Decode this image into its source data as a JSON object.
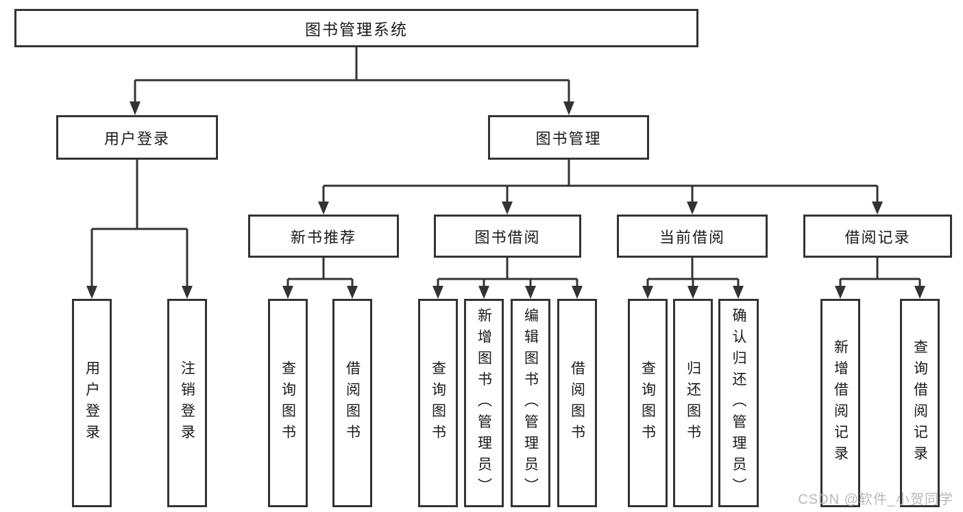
{
  "diagram": {
    "root": {
      "label": "图书管理系统"
    },
    "level2": [
      {
        "id": "user-login",
        "label": "用户登录",
        "children": [
          {
            "label": "用户登录"
          },
          {
            "label": "注销登录"
          }
        ]
      },
      {
        "id": "book-management",
        "label": "图书管理",
        "children": [
          {
            "id": "new-book-recommend",
            "label": "新书推荐",
            "children": [
              {
                "label": "查询图书"
              },
              {
                "label": "借阅图书"
              }
            ]
          },
          {
            "id": "book-borrowing",
            "label": "图书借阅",
            "children": [
              {
                "label": "查询图书"
              },
              {
                "label": "新增图书（管理员）"
              },
              {
                "label": "编辑图书（管理员）"
              },
              {
                "label": "借阅图书"
              }
            ]
          },
          {
            "id": "current-borrowing",
            "label": "当前借阅",
            "children": [
              {
                "label": "查询图书"
              },
              {
                "label": "归还图书"
              },
              {
                "label": "确认归还（管理员）"
              }
            ]
          },
          {
            "id": "borrowing-records",
            "label": "借阅记录",
            "children": [
              {
                "label": "新增借阅记录"
              },
              {
                "label": "查询借阅记录"
              }
            ]
          }
        ]
      }
    ]
  },
  "watermark": {
    "text": "CSDN @软件_小贺同学"
  },
  "colors": {
    "line": "#333333",
    "box_border": "#333333",
    "text": "#1a1a1a",
    "watermark": "#b8b8b8",
    "background": "#ffffff"
  }
}
